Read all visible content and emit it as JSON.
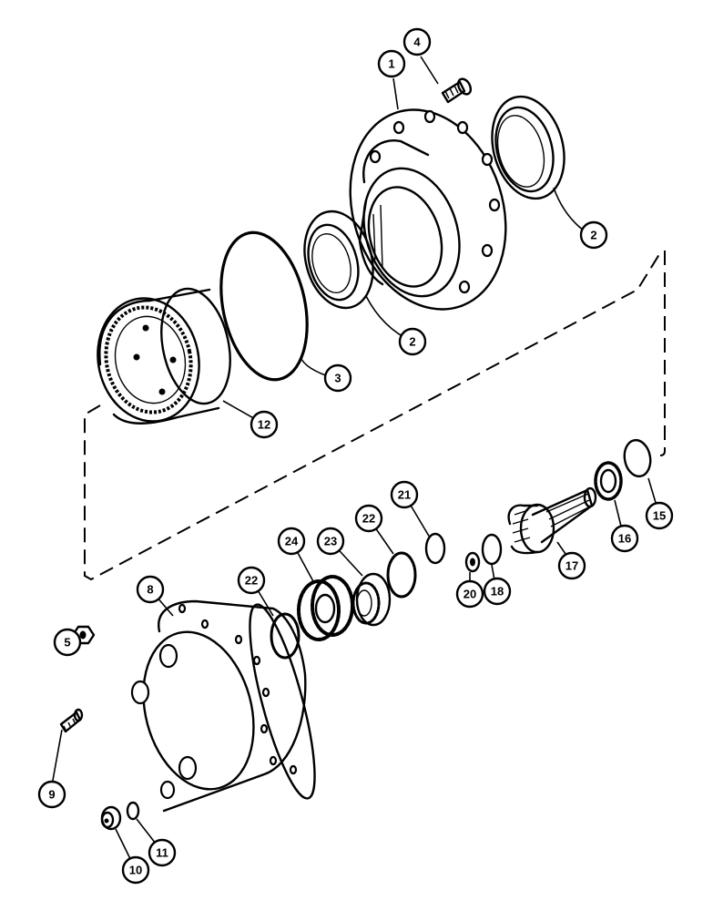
{
  "callouts": {
    "c1": "1",
    "c2a": "2",
    "c2b": "2",
    "c3": "3",
    "c4": "4",
    "c5": "5",
    "c8": "8",
    "c9": "9",
    "c10": "10",
    "c11": "11",
    "c12": "12",
    "c15": "15",
    "c16": "16",
    "c17": "17",
    "c18": "18",
    "c20": "20",
    "c21": "21",
    "c22a": "22",
    "c22b": "22",
    "c23": "23",
    "c24": "24"
  }
}
